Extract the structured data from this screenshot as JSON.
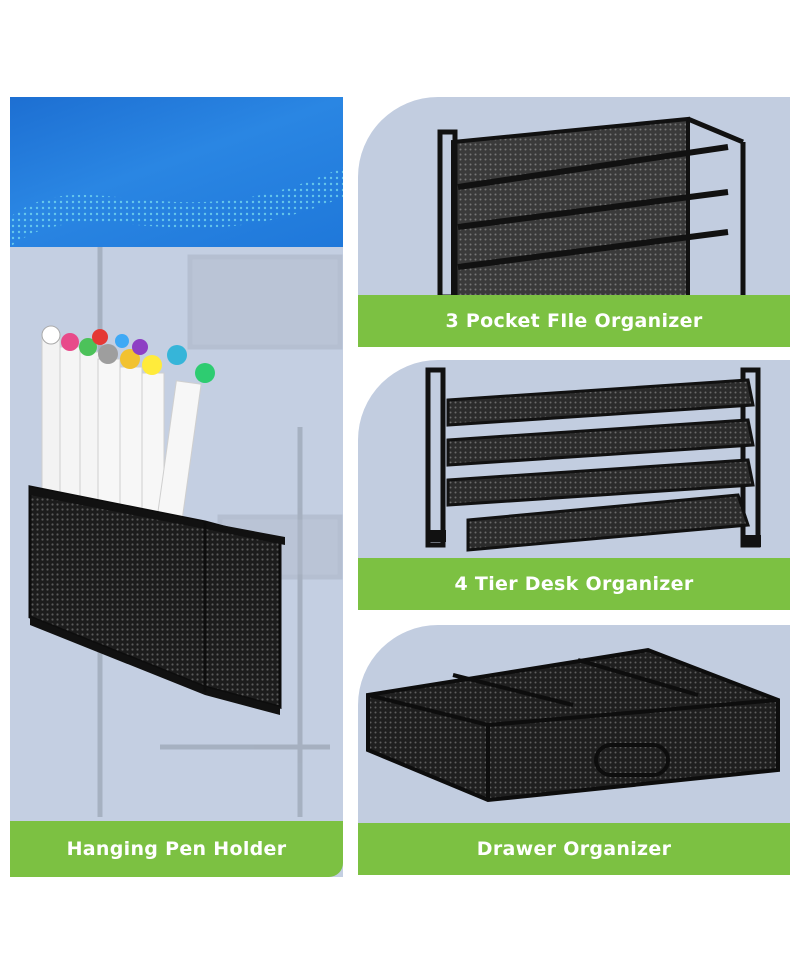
{
  "panels": [
    {
      "label": "Hanging Pen Holder",
      "icon": "pen-holder-illustration"
    },
    {
      "label": "3 Pocket FIle Organizer",
      "icon": "file-organizer-illustration"
    },
    {
      "label": "4 Tier Desk Organizer",
      "icon": "desk-organizer-illustration"
    },
    {
      "label": "Drawer Organizer",
      "icon": "drawer-organizer-illustration"
    }
  ],
  "colors": {
    "banner_green": "#7cc142",
    "panel_bg": "#c2cde0",
    "header_blue": "#1f78da",
    "mesh_black": "#1a1a1a"
  },
  "marker_cap_colors": [
    "#ffffff",
    "#e84a8a",
    "#8e3fc4",
    "#36b5d9",
    "#f2c230",
    "#4cc25a",
    "#e53935",
    "#9e9e9e",
    "#ffeb3b",
    "#2ecc71",
    "#3fa9f5",
    "#c9a14b"
  ]
}
